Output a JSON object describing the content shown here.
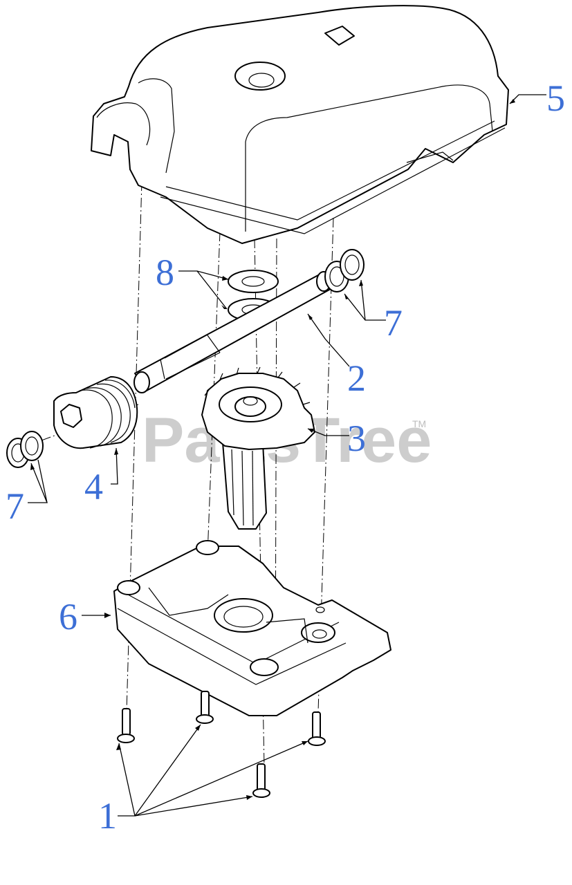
{
  "watermark": {
    "text": "PartsTree",
    "trademark": "TM"
  },
  "callouts": [
    {
      "id": "1",
      "label": "1"
    },
    {
      "id": "2",
      "label": "2"
    },
    {
      "id": "3",
      "label": "3"
    },
    {
      "id": "4",
      "label": "4"
    },
    {
      "id": "5",
      "label": "5"
    },
    {
      "id": "6",
      "label": "6"
    },
    {
      "id": "7a",
      "label": "7"
    },
    {
      "id": "7b",
      "label": "7"
    },
    {
      "id": "8",
      "label": "8"
    }
  ]
}
